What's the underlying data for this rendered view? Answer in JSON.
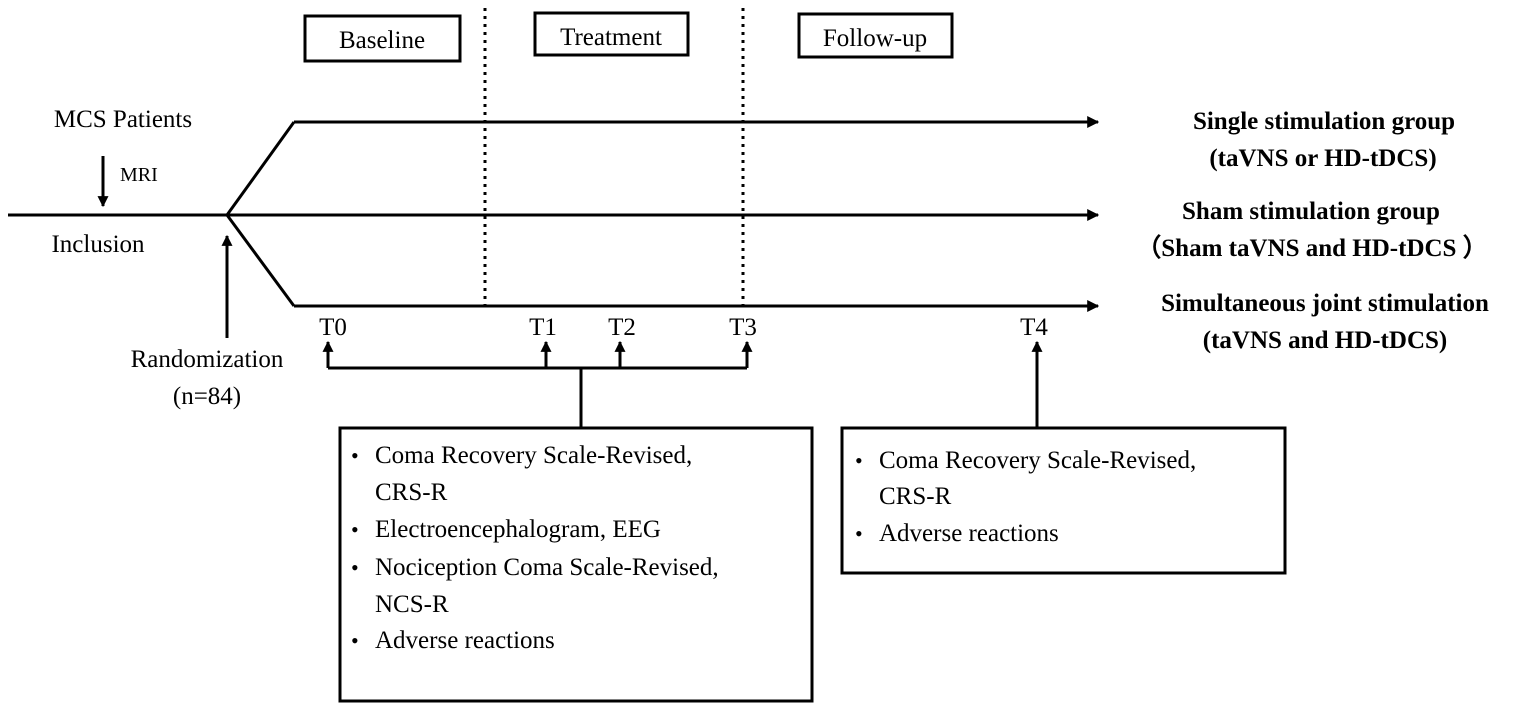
{
  "phases": {
    "baseline": "Baseline",
    "treatment": "Treatment",
    "follow_up": "Follow-up"
  },
  "left": {
    "patients": "MCS Patients",
    "mri": "MRI",
    "inclusion": "Inclusion",
    "randomization": "Randomization",
    "n": "(n=84)"
  },
  "groups": [
    {
      "line1": "Single stimulation group",
      "line2": "(taVNS or HD-tDCS)"
    },
    {
      "line1": "Sham stimulation group",
      "line2": "（Sham taVNS and HD-tDCS ）"
    },
    {
      "line1": "Simultaneous joint stimulation",
      "line2": "(taVNS and HD-tDCS)"
    }
  ],
  "timepoints": [
    "T0",
    "T1",
    "T2",
    "T3",
    "T4"
  ],
  "assessments_t0_t3": [
    {
      "line1": "Coma Recovery Scale-Revised,",
      "line2": "CRS-R"
    },
    {
      "line1": "Electroencephalogram, EEG",
      "line2": ""
    },
    {
      "line1": "Nociception Coma Scale-Revised,",
      "line2": "NCS-R"
    },
    {
      "line1": "Adverse reactions",
      "line2": ""
    }
  ],
  "assessments_t4": [
    {
      "line1": "Coma Recovery Scale-Revised,",
      "line2": "CRS-R"
    },
    {
      "line1": "Adverse reactions",
      "line2": ""
    }
  ],
  "bullet": "•"
}
